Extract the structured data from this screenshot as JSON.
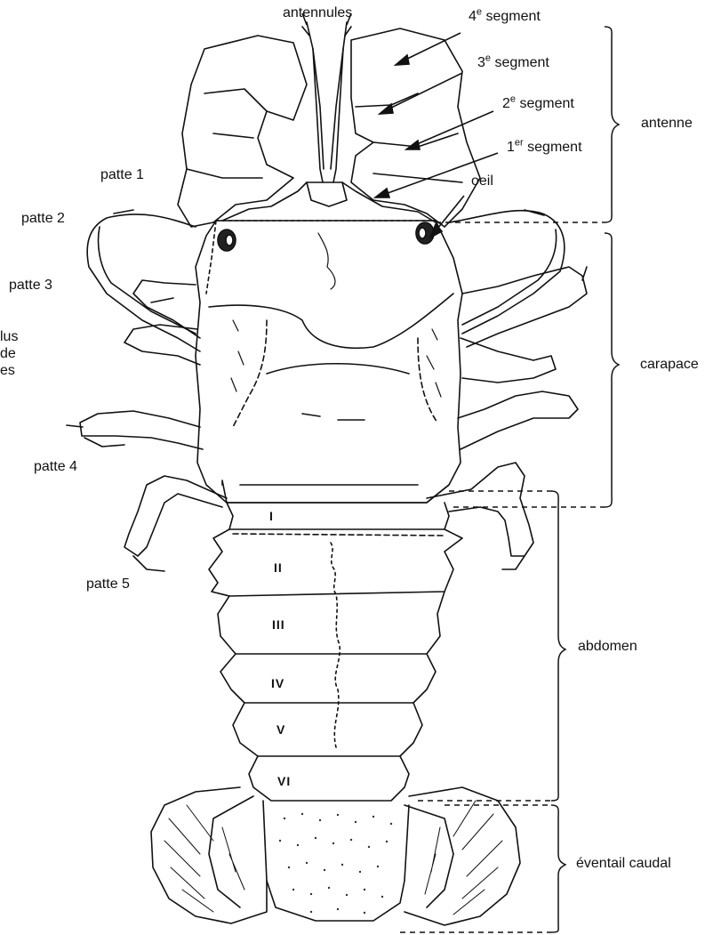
{
  "labels": {
    "antennules": "antennules",
    "seg4_num": "4",
    "seg4_sup": "e",
    "seg4_word": "segment",
    "seg3_num": "3",
    "seg3_sup": "e",
    "seg3_word": "segment",
    "seg2_num": "2",
    "seg2_sup": "e",
    "seg2_word": "segment",
    "seg1_num": "1",
    "seg1_sup": "er",
    "seg1_word": "segment",
    "oeil": "oeil",
    "antenne": "antenne",
    "carapace": "carapace",
    "abdomen": "abdomen",
    "eventail": "éventail caudal",
    "patte1": "patte 1",
    "patte2": "patte 2",
    "patte3": "patte 3",
    "patte4": "patte 4",
    "patte5": "patte 5",
    "clipped_line1": "lus",
    "clipped_line2": "de",
    "clipped_line3": "es"
  },
  "segments": {
    "s1": "I",
    "s2": "II",
    "s3": "III",
    "s4": "IV",
    "s5": "V",
    "s6": "VI"
  }
}
